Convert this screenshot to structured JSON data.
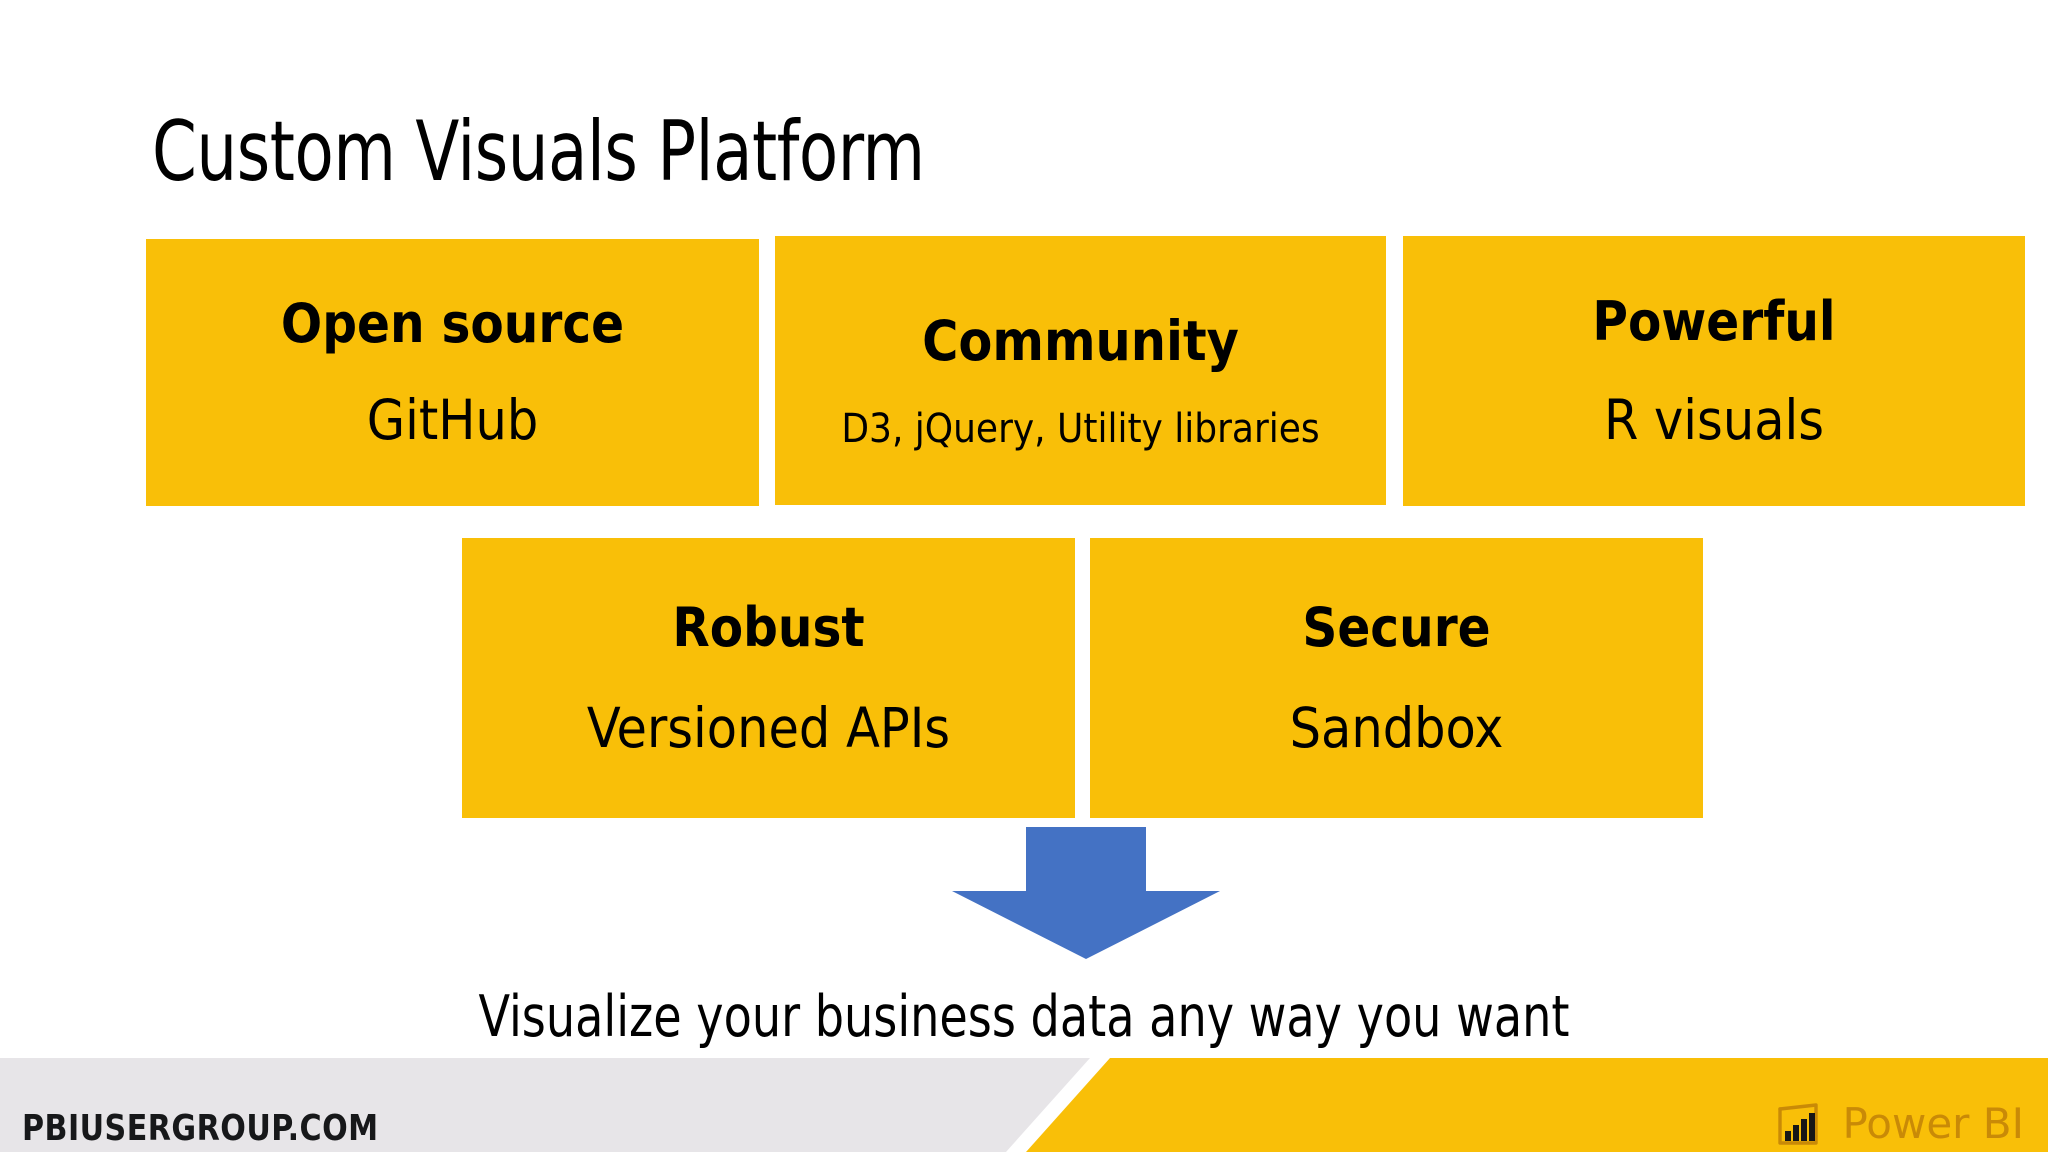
{
  "slide": {
    "title": "Custom Visuals Platform",
    "caption": "Visualize your business data any way you want",
    "background_color": "#FFFFFF",
    "card_color": "#F9BF08",
    "arrow_color": "#4472C4",
    "text_color": "#000000"
  },
  "cards": {
    "row1": [
      {
        "title": "Open source",
        "subtitle": "GitHub"
      },
      {
        "title": "Community",
        "subtitle": "D3, jQuery, Utility libraries"
      },
      {
        "title": "Powerful",
        "subtitle": "R visuals"
      }
    ],
    "row2": [
      {
        "title": "Robust",
        "subtitle": "Versioned APIs"
      },
      {
        "title": "Secure",
        "subtitle": "Sandbox"
      }
    ]
  },
  "arrow": {
    "icon": "arrow-down-icon",
    "direction": "down",
    "color": "#4472C4"
  },
  "footer": {
    "site": "PBIUSERGROUP.COM",
    "left_background": "#E7E5E8",
    "right_background": "#F9BF08",
    "brand": {
      "name": "Power BI",
      "icon": "power-bi-bar-chart-icon",
      "color": "#C98A07"
    }
  }
}
